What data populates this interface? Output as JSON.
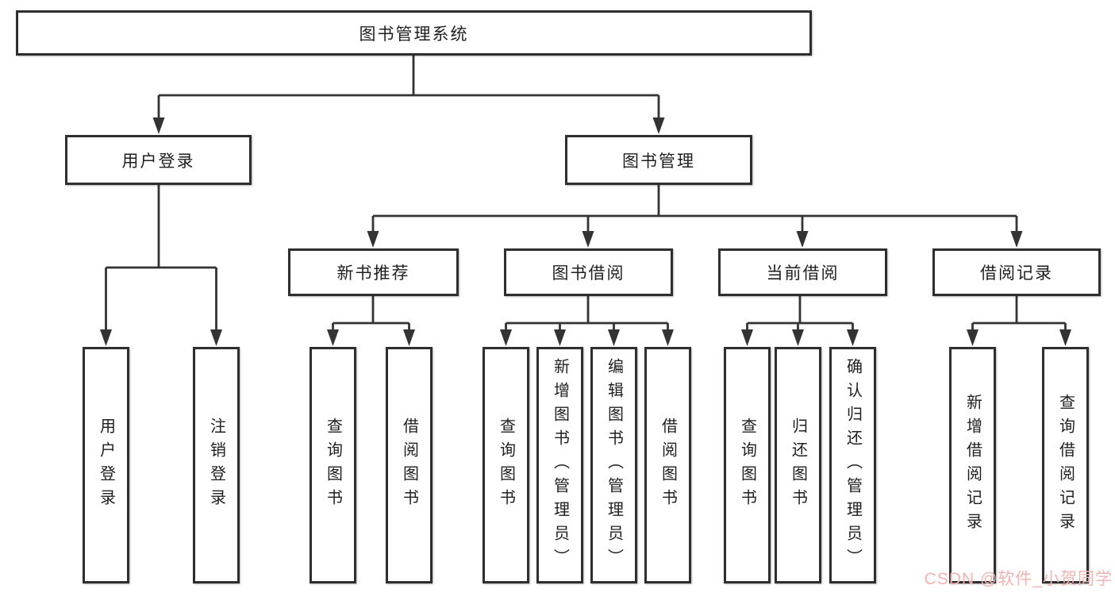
{
  "diagram": {
    "title": "图书管理系统",
    "type": "hierarchy-tree",
    "colors": {
      "line": "#333333",
      "box_border": "#2e2e2e",
      "box_fill": "#ffffff",
      "text": "#1f1f1f",
      "watermark": "#f2b3b1",
      "background": "#ffffff"
    },
    "nodes": {
      "root": "图书管理系统",
      "userLogin": "用户登录",
      "bookMgmt": "图书管理",
      "newBookRec": "新书推荐",
      "bookBorrow": "图书借阅",
      "currentBorrow": "当前借阅",
      "borrowRecord": "借阅记录",
      "leafUserLogin": "用户登录",
      "leafLogout": "注销登录",
      "leafQueryBook1": "查询图书",
      "leafBorrowBook1": "借阅图书",
      "leafQueryBook2": "查询图书",
      "leafAddBookAdmin": "新增图书（管理员）",
      "leafEditBookAdmin": "编辑图书（管理员）",
      "leafBorrowBook2": "借阅图书",
      "leafQueryBook3": "查询图书",
      "leafReturnBook": "归还图书",
      "leafConfirmReturnAdmin": "确认归还（管理员）",
      "leafAddBorrowRecord": "新增借阅记录",
      "leafQueryBorrowRecord": "查询借阅记录"
    },
    "edges": [
      [
        "root",
        "userLogin"
      ],
      [
        "root",
        "bookMgmt"
      ],
      [
        "userLogin",
        "leafUserLogin"
      ],
      [
        "userLogin",
        "leafLogout"
      ],
      [
        "bookMgmt",
        "newBookRec"
      ],
      [
        "bookMgmt",
        "bookBorrow"
      ],
      [
        "bookMgmt",
        "currentBorrow"
      ],
      [
        "bookMgmt",
        "borrowRecord"
      ],
      [
        "newBookRec",
        "leafQueryBook1"
      ],
      [
        "newBookRec",
        "leafBorrowBook1"
      ],
      [
        "bookBorrow",
        "leafQueryBook2"
      ],
      [
        "bookBorrow",
        "leafAddBookAdmin"
      ],
      [
        "bookBorrow",
        "leafEditBookAdmin"
      ],
      [
        "bookBorrow",
        "leafBorrowBook2"
      ],
      [
        "currentBorrow",
        "leafQueryBook3"
      ],
      [
        "currentBorrow",
        "leafReturnBook"
      ],
      [
        "currentBorrow",
        "leafConfirmReturnAdmin"
      ],
      [
        "borrowRecord",
        "leafAddBorrowRecord"
      ],
      [
        "borrowRecord",
        "leafQueryBorrowRecord"
      ]
    ],
    "watermark": "CSDN @软件_小贺同学"
  }
}
